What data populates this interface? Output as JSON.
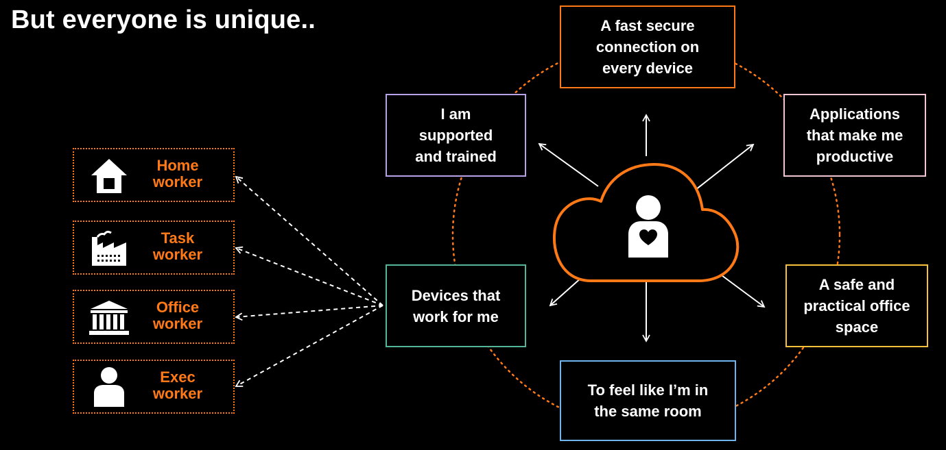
{
  "slide": {
    "title": "But everyone is unique.."
  },
  "workers": [
    {
      "label": "Home\nworker",
      "icon": "home-icon"
    },
    {
      "label": "Task\nworker",
      "icon": "factory-icon"
    },
    {
      "label": "Office\nworker",
      "icon": "building-icon"
    },
    {
      "label": "Exec\nworker",
      "icon": "person-icon"
    }
  ],
  "needs": {
    "fast_connection": {
      "text": "A fast  secure\nconnection on\nevery device",
      "border_color": "#ff7a16"
    },
    "supported": {
      "text": "I am\nsupported\nand trained",
      "border_color": "#b9a3e8"
    },
    "applications": {
      "text": "Applications\nthat make me\nproductive",
      "border_color": "#f3c6d4"
    },
    "devices": {
      "text": "Devices that\nwork for me",
      "border_color": "#53b59a"
    },
    "office_space": {
      "text": "A safe and\npractical office\nspace",
      "border_color": "#f7c23a"
    },
    "same_room": {
      "text": "To feel like I’m in\nthe same room",
      "border_color": "#6fb4ee"
    }
  },
  "center": {
    "icon": "cloud-person-heart-icon"
  },
  "colors": {
    "accent": "#ff7a16",
    "background": "#000000",
    "text": "#ffffff"
  }
}
